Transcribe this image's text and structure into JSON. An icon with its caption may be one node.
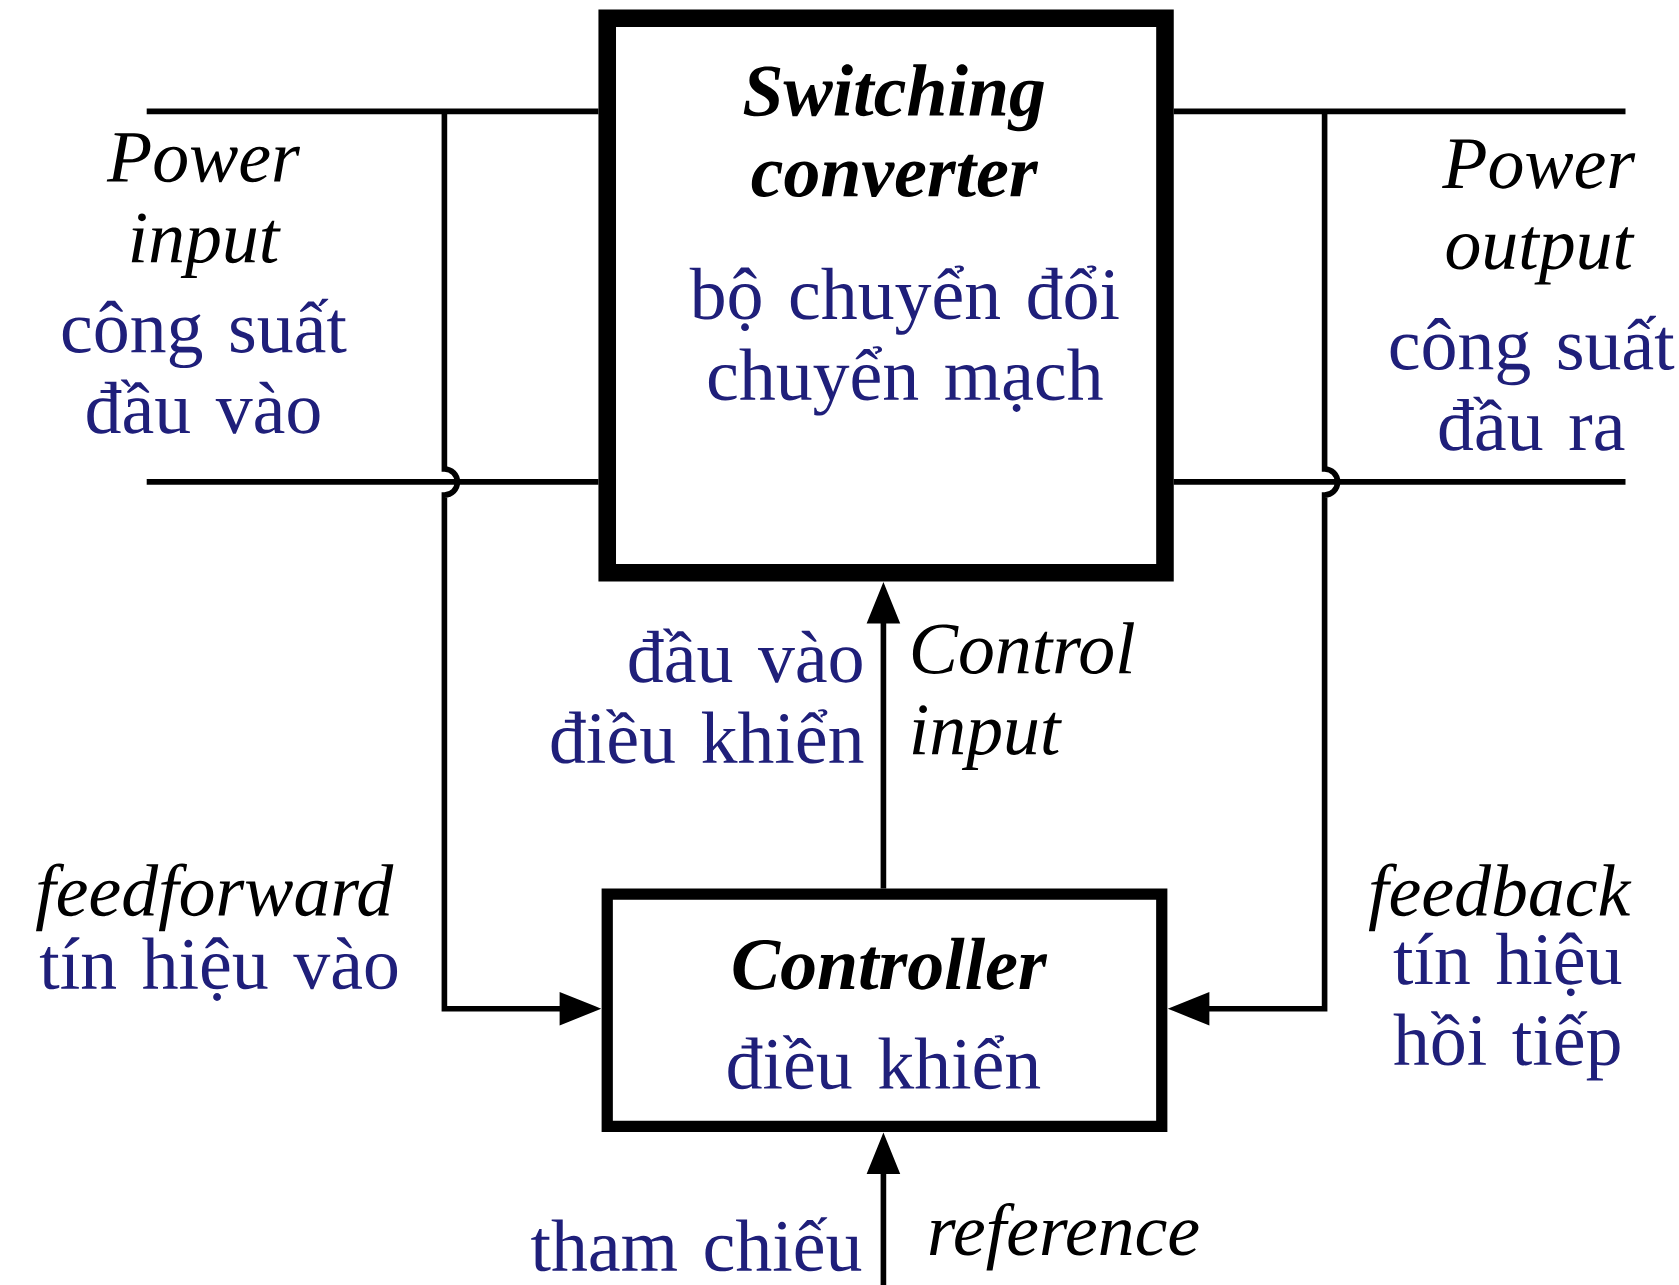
{
  "diagram": {
    "nodes": [
      {
        "text": [
          "Switching converter",
          "bộ chuyển đổi chuyển mạch"
        ]
      },
      {
        "text": [
          "Controller",
          "điều khiển"
        ]
      }
    ],
    "edges": [
      {
        "from": null,
        "to": 0,
        "arrow": "none"
      },
      {
        "from": null,
        "to": 0,
        "arrow": "none"
      },
      {
        "from": 0,
        "to": null,
        "arrow": "none"
      },
      {
        "from": 0,
        "to": null,
        "arrow": "none"
      },
      {
        "from": null,
        "to": 1,
        "arrow": "to"
      },
      {
        "from": null,
        "to": 1,
        "arrow": "to"
      },
      {
        "from": 1,
        "to": 0,
        "arrow": "to"
      },
      {
        "from": null,
        "to": 1,
        "arrow": "to"
      }
    ],
    "labels": [
      "Power input",
      "công suất đầu vào",
      "Power output",
      "công suất đầu ra",
      "đầu vào điều khiển",
      "Control input",
      "feedforward",
      "tín hiệu vào",
      "feedback",
      "tín hiệu hồi tiếp",
      "tham chiếu",
      "reference"
    ]
  }
}
